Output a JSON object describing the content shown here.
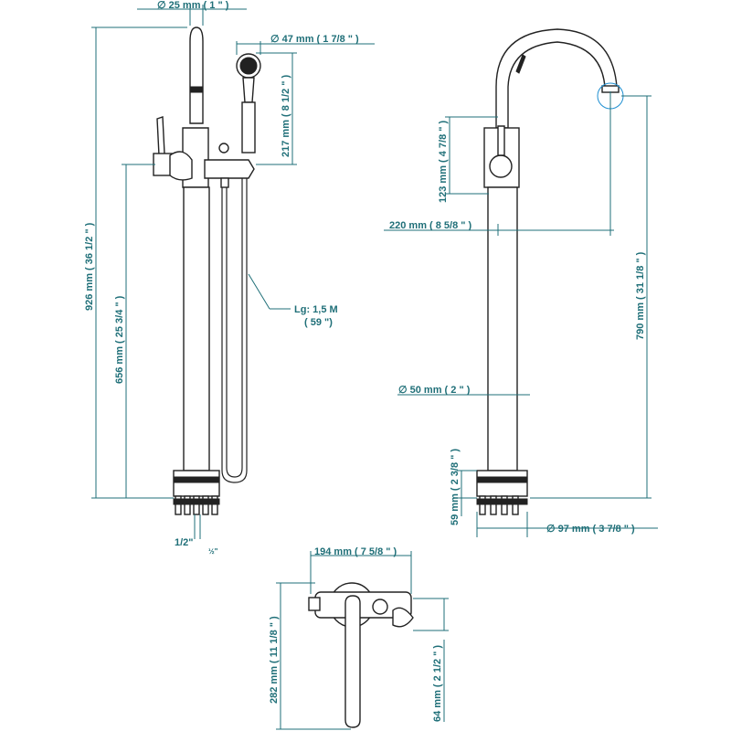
{
  "dims": {
    "top_dia": "∅ 25 mm ( 1 \" )",
    "handshower_dia": "∅ 47 mm ( 1 7/8 \" )",
    "handshower_h": "217 mm ( 8 1/2 \" )",
    "total_h": "926 mm ( 36 1/2 \" )",
    "inlet_h": "656 mm ( 25 3/4 \" )",
    "hose_len": "Lg: 1,5 M",
    "hose_len_in": "( 59 \")",
    "inlet_thread": "1/2\"",
    "inlet_thread_mark": "½\"",
    "lever_h": "123 mm ( 4 7/8 \" )",
    "reach": "220 mm ( 8 5/8 \" )",
    "spout_h": "790 mm ( 31 1/8 \" )",
    "column_dia": "∅ 50 mm ( 2 \" )",
    "base_h": "59 mm ( 2 3/8 \" )",
    "base_dia": "∅ 97 mm ( 3 7/8 \" )",
    "top_w": "194 mm ( 7 5/8 \" )",
    "top_len": "282 mm ( 11 1/8 \" )",
    "top_offset": "64 mm ( 2 1/2 \" )"
  },
  "colors": {
    "dimension": "#1f6f78",
    "outline": "#222222"
  }
}
